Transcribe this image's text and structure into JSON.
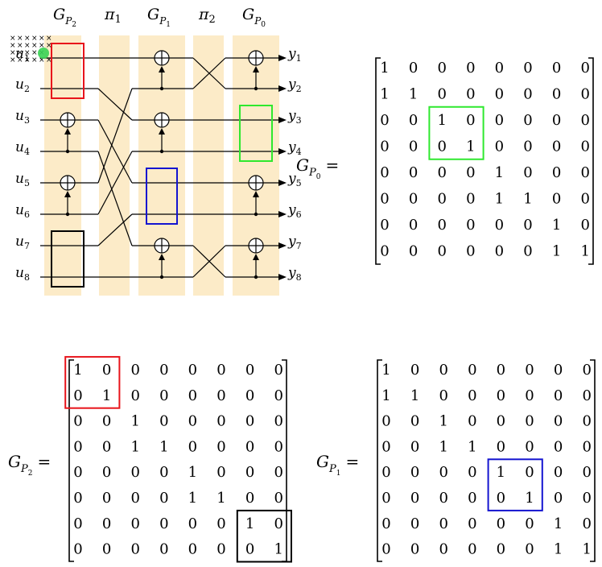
{
  "stage_headers": [
    {
      "base": "G",
      "sub": "P",
      "subsub": "2"
    },
    {
      "base": "π",
      "sub": "1",
      "subsub": ""
    },
    {
      "base": "G",
      "sub": "P",
      "subsub": "1"
    },
    {
      "base": "π",
      "sub": "2",
      "subsub": ""
    },
    {
      "base": "G",
      "sub": "P",
      "subsub": "0"
    }
  ],
  "inputs": [
    {
      "base": "u",
      "sub": "1"
    },
    {
      "base": "u",
      "sub": "2"
    },
    {
      "base": "u",
      "sub": "3"
    },
    {
      "base": "u",
      "sub": "4"
    },
    {
      "base": "u",
      "sub": "5"
    },
    {
      "base": "u",
      "sub": "6"
    },
    {
      "base": "u",
      "sub": "7"
    },
    {
      "base": "u",
      "sub": "8"
    }
  ],
  "outputs": [
    {
      "base": "y",
      "sub": "1"
    },
    {
      "base": "y",
      "sub": "2"
    },
    {
      "base": "y",
      "sub": "3"
    },
    {
      "base": "y",
      "sub": "4"
    },
    {
      "base": "y",
      "sub": "5"
    },
    {
      "base": "y",
      "sub": "6"
    },
    {
      "base": "y",
      "sub": "7"
    },
    {
      "base": "y",
      "sub": "8"
    }
  ],
  "stages": {
    "G_P2": {
      "xors": [
        {
          "target": 3,
          "source": 4
        },
        {
          "target": 5,
          "source": 6
        }
      ],
      "highlights": [
        {
          "color": "#e8141b",
          "rows": [
            1,
            2
          ]
        },
        {
          "color": "#000000",
          "rows": [
            7,
            8
          ]
        }
      ]
    },
    "pi1": {
      "perm": [
        1,
        3,
        5,
        7,
        2,
        4,
        6,
        8
      ]
    },
    "G_P1": {
      "xors": [
        {
          "target": 1,
          "source": 2
        },
        {
          "target": 3,
          "source": 4
        },
        {
          "target": 7,
          "source": 8
        }
      ],
      "highlights": [
        {
          "color": "#1414d0",
          "rows": [
            5,
            6
          ]
        }
      ]
    },
    "pi2": {
      "perm": [
        2,
        1,
        3,
        4,
        5,
        6,
        8,
        7
      ]
    },
    "G_P0": {
      "xors": [
        {
          "target": 1,
          "source": 2
        },
        {
          "target": 5,
          "source": 6
        },
        {
          "target": 7,
          "source": 8
        }
      ],
      "highlights": [
        {
          "color": "#2ee82e",
          "rows": [
            3,
            4
          ]
        }
      ]
    }
  },
  "matrices": [
    {
      "label": {
        "base": "G",
        "sub": "P",
        "subsub": "0",
        "eq": "="
      },
      "rows": [
        [
          "1",
          "0",
          "0",
          "0",
          "0",
          "0",
          "0",
          "0"
        ],
        [
          "1",
          "1",
          "0",
          "0",
          "0",
          "0",
          "0",
          "0"
        ],
        [
          "0",
          "0",
          "1",
          "0",
          "0",
          "0",
          "0",
          "0"
        ],
        [
          "0",
          "0",
          "0",
          "1",
          "0",
          "0",
          "0",
          "0"
        ],
        [
          "0",
          "0",
          "0",
          "0",
          "1",
          "0",
          "0",
          "0"
        ],
        [
          "0",
          "0",
          "0",
          "0",
          "1",
          "1",
          "0",
          "0"
        ],
        [
          "0",
          "0",
          "0",
          "0",
          "0",
          "0",
          "1",
          "0"
        ],
        [
          "0",
          "0",
          "0",
          "0",
          "0",
          "0",
          "1",
          "1"
        ]
      ],
      "highlights": [
        {
          "color": "#2ee82e",
          "rows": [
            3,
            4
          ],
          "cols": [
            3,
            4
          ]
        }
      ]
    },
    {
      "label": {
        "base": "G",
        "sub": "P",
        "subsub": "2",
        "eq": "="
      },
      "rows": [
        [
          "1",
          "0",
          "0",
          "0",
          "0",
          "0",
          "0",
          "0"
        ],
        [
          "0",
          "1",
          "0",
          "0",
          "0",
          "0",
          "0",
          "0"
        ],
        [
          "0",
          "0",
          "1",
          "0",
          "0",
          "0",
          "0",
          "0"
        ],
        [
          "0",
          "0",
          "1",
          "1",
          "0",
          "0",
          "0",
          "0"
        ],
        [
          "0",
          "0",
          "0",
          "0",
          "1",
          "0",
          "0",
          "0"
        ],
        [
          "0",
          "0",
          "0",
          "0",
          "1",
          "1",
          "0",
          "0"
        ],
        [
          "0",
          "0",
          "0",
          "0",
          "0",
          "0",
          "1",
          "0"
        ],
        [
          "0",
          "0",
          "0",
          "0",
          "0",
          "0",
          "0",
          "1"
        ]
      ],
      "highlights": [
        {
          "color": "#e8141b",
          "rows": [
            1,
            2
          ],
          "cols": [
            1,
            2
          ]
        },
        {
          "color": "#000000",
          "rows": [
            7,
            8
          ],
          "cols": [
            7,
            8
          ]
        }
      ]
    },
    {
      "label": {
        "base": "G",
        "sub": "P",
        "subsub": "1",
        "eq": "="
      },
      "rows": [
        [
          "1",
          "0",
          "0",
          "0",
          "0",
          "0",
          "0",
          "0"
        ],
        [
          "1",
          "1",
          "0",
          "0",
          "0",
          "0",
          "0",
          "0"
        ],
        [
          "0",
          "0",
          "1",
          "0",
          "0",
          "0",
          "0",
          "0"
        ],
        [
          "0",
          "0",
          "1",
          "1",
          "0",
          "0",
          "0",
          "0"
        ],
        [
          "0",
          "0",
          "0",
          "0",
          "1",
          "0",
          "0",
          "0"
        ],
        [
          "0",
          "0",
          "0",
          "0",
          "0",
          "1",
          "0",
          "0"
        ],
        [
          "0",
          "0",
          "0",
          "0",
          "0",
          "0",
          "1",
          "0"
        ],
        [
          "0",
          "0",
          "0",
          "0",
          "0",
          "0",
          "1",
          "1"
        ]
      ],
      "highlights": [
        {
          "color": "#1414d0",
          "rows": [
            5,
            6
          ],
          "cols": [
            5,
            6
          ]
        }
      ]
    }
  ],
  "colors": {
    "stage_band": "#fcebc8",
    "cursor_marker": "#39d353",
    "selection_grid": "#4aa3f0"
  }
}
